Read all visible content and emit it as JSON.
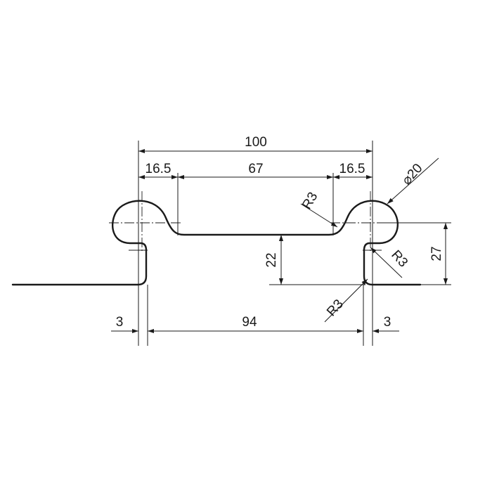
{
  "dimensions": {
    "overall_width": "100",
    "left_offset": "16.5",
    "flat_width": "67",
    "right_offset": "16.5",
    "diameter": "⌀20",
    "left_radius": "R3",
    "right_radius_top": "R3",
    "right_radius_bottom": "R3",
    "depth": "22",
    "height": "27",
    "left_wall": "3",
    "inner_width": "94",
    "right_wall": "3"
  }
}
